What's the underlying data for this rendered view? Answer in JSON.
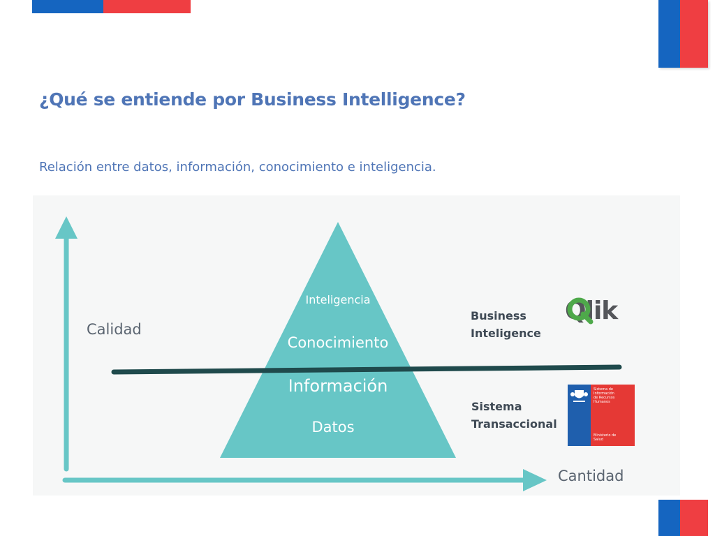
{
  "slide": {
    "title": "¿Qué se entiende por Business Intelligence?",
    "subtitle": "Relación entre datos, información, conocimiento e inteligencia."
  },
  "diagram": {
    "y_axis_label": "Calidad",
    "x_axis_label": "Cantidad",
    "pyramid_levels": [
      "Inteligencia",
      "Conocimiento",
      "Información",
      "Datos"
    ],
    "upper_layer_label": "Business\nInteligence",
    "lower_layer_label": "Sistema\nTransaccional"
  },
  "logos": {
    "qlik_text": "Qlik",
    "minsal_top_text": "Sistema de\nInformación\nde Recursos\nHumanos",
    "minsal_bottom_text": "Ministerio de\nSalud"
  },
  "colors": {
    "title_blue": "#4f75b6",
    "teal": "#67c6c6",
    "divider": "#1f4a4c",
    "flag_blue": "#1565c0",
    "flag_red": "#ef3e42",
    "qlik_green": "#4ea94a"
  }
}
